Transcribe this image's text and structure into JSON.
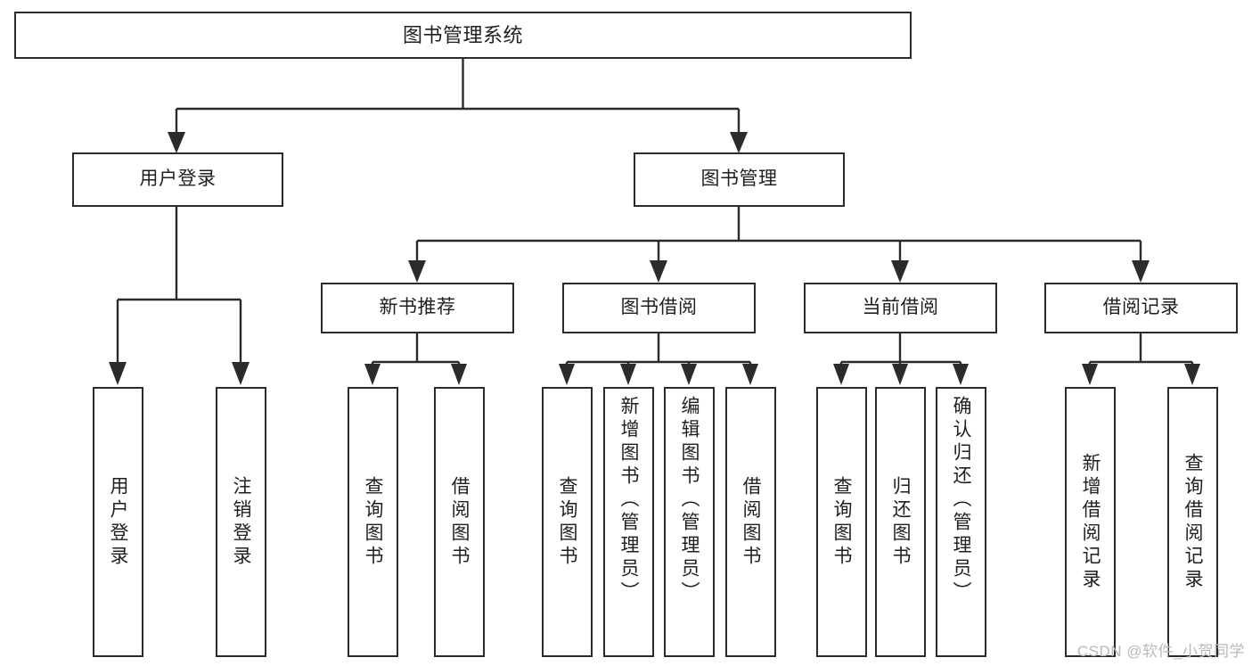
{
  "diagram": {
    "title": "图书管理系统",
    "type": "功能结构图",
    "watermark": "CSDN @软件_小贺同学"
  },
  "nodes": {
    "root": {
      "label": "图书管理系统"
    },
    "level2": [
      {
        "id": "user-login",
        "label": "用户登录"
      },
      {
        "id": "book-manage",
        "label": "图书管理"
      }
    ],
    "level3": [
      {
        "id": "new-book-recommend",
        "label": "新书推荐"
      },
      {
        "id": "book-borrow",
        "label": "图书借阅"
      },
      {
        "id": "current-borrow",
        "label": "当前借阅"
      },
      {
        "id": "borrow-record",
        "label": "借阅记录"
      }
    ],
    "leaves": {
      "user_login": [
        {
          "id": "leaf-user-login",
          "label": "用户登录"
        },
        {
          "id": "leaf-user-logout",
          "label": "注销登录"
        }
      ],
      "new_book_recommend": [
        {
          "id": "leaf-query-book-1",
          "label": "查询图书"
        },
        {
          "id": "leaf-borrow-book-1",
          "label": "借阅图书"
        }
      ],
      "book_borrow": [
        {
          "id": "leaf-query-book-2",
          "label": "查询图书"
        },
        {
          "id": "leaf-add-book",
          "label": "新增图书（管理员）"
        },
        {
          "id": "leaf-edit-book",
          "label": "编辑图书（管理员）"
        },
        {
          "id": "leaf-borrow-book-2",
          "label": "借阅图书"
        }
      ],
      "current_borrow": [
        {
          "id": "leaf-query-book-3",
          "label": "查询图书"
        },
        {
          "id": "leaf-return-book",
          "label": "归还图书"
        },
        {
          "id": "leaf-confirm-return",
          "label": "确认归还（管理员）"
        }
      ],
      "borrow_record": [
        {
          "id": "leaf-add-record",
          "label": "新增借阅记录"
        },
        {
          "id": "leaf-query-record",
          "label": "查询借阅记录"
        }
      ]
    }
  },
  "colors": {
    "stroke": "#2b2b2b",
    "fill": "#ffffff",
    "text": "#1f1f1f",
    "watermark": "#b9b9b9"
  }
}
